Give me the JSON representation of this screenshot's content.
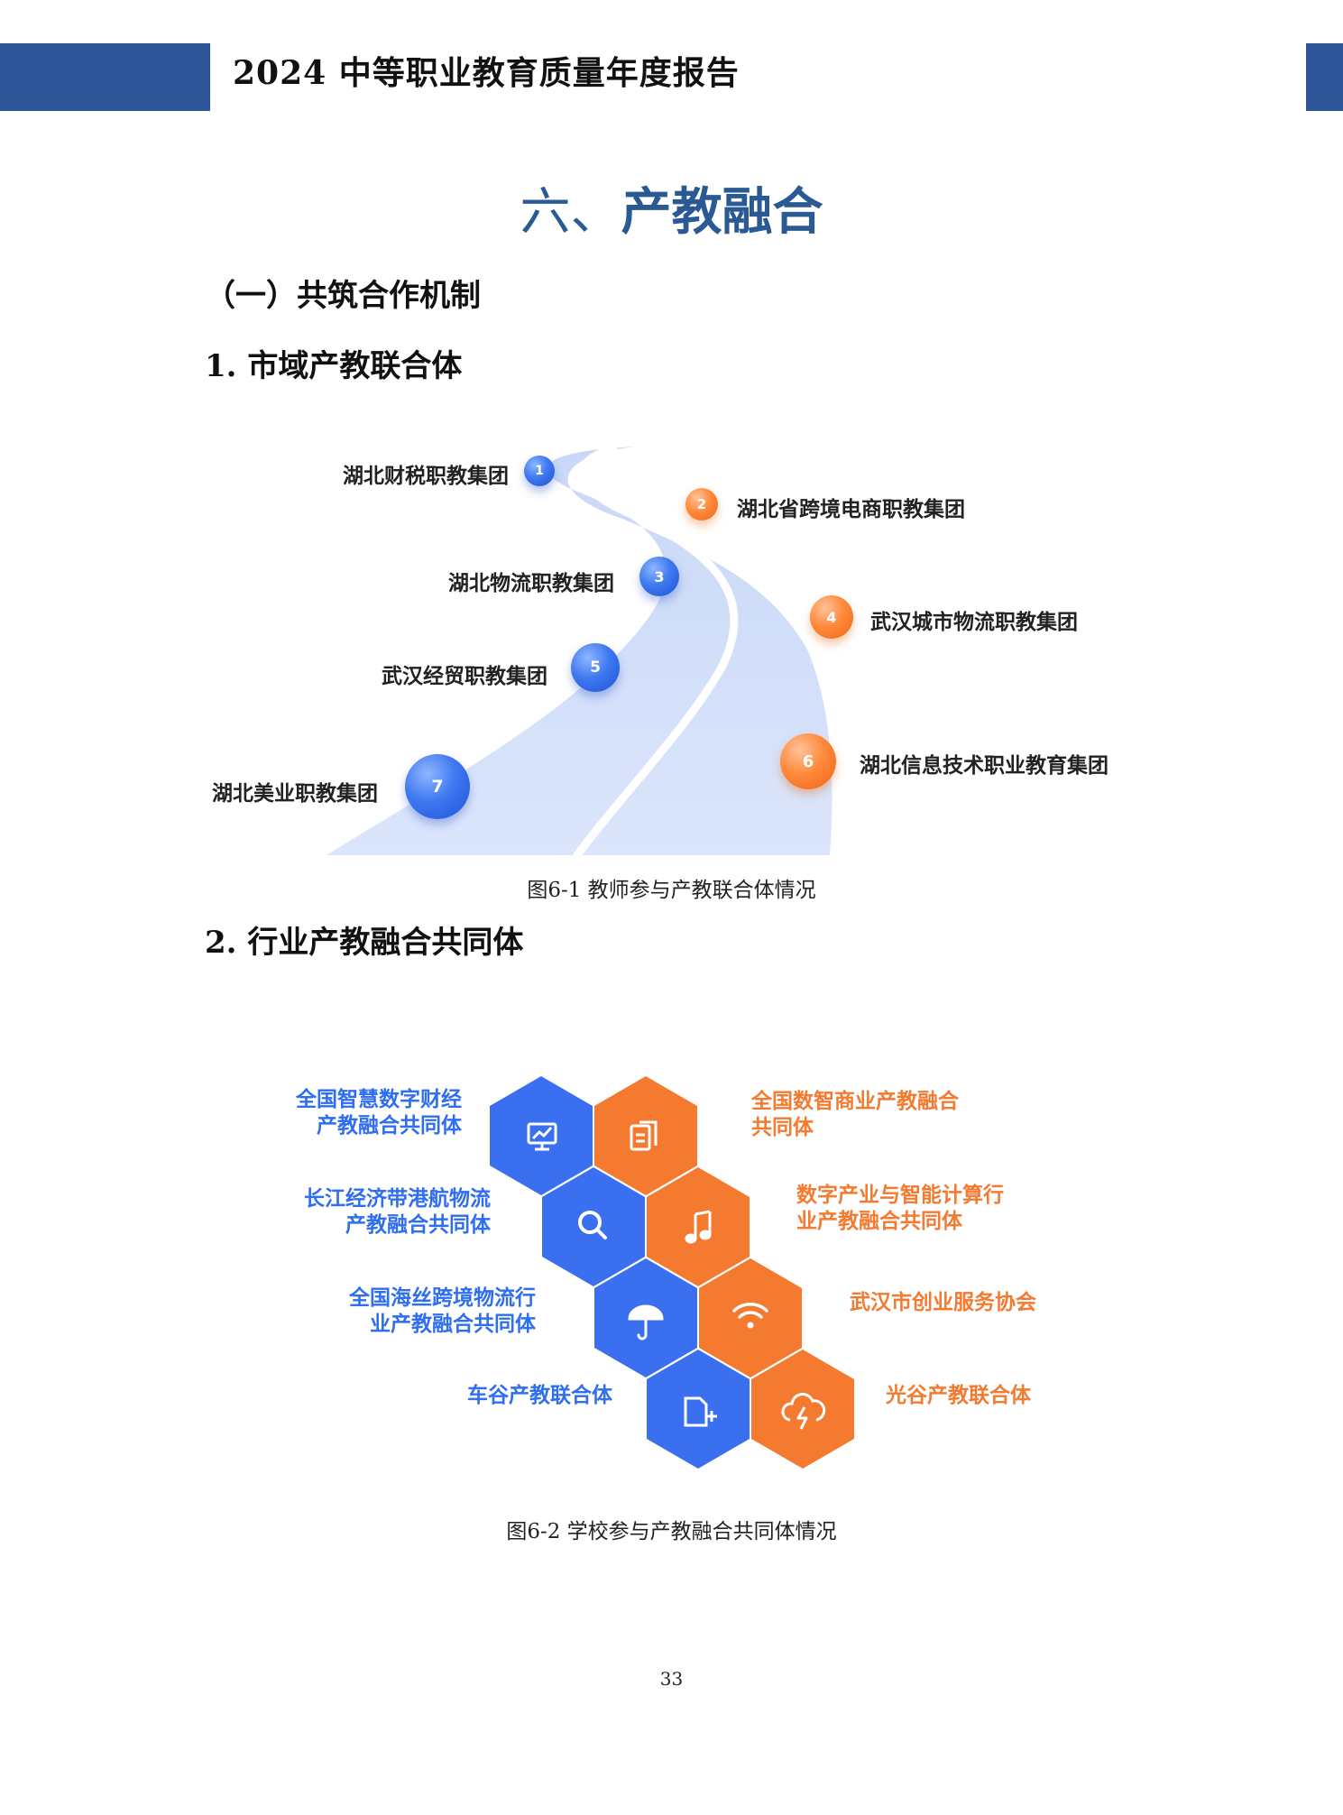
{
  "header": {
    "title": "2024 中等职业教育质量年度报告"
  },
  "chapter": {
    "number": "六、",
    "name": "产教融合"
  },
  "section1": {
    "heading": "（一）共筑合作机制"
  },
  "sub1": {
    "heading": "1. 市域产教联合体"
  },
  "figure1": {
    "caption": "图6-1 教师参与产教联合体情况",
    "items": [
      {
        "num": "1",
        "label": "湖北财税职教集团",
        "color": "blue"
      },
      {
        "num": "2",
        "label": "湖北省跨境电商职教集团",
        "color": "orange"
      },
      {
        "num": "3",
        "label": "湖北物流职教集团",
        "color": "blue"
      },
      {
        "num": "4",
        "label": "武汉城市物流职教集团",
        "color": "orange"
      },
      {
        "num": "5",
        "label": "武汉经贸职教集团",
        "color": "blue"
      },
      {
        "num": "6",
        "label": "湖北信息技术职业教育集团",
        "color": "orange"
      },
      {
        "num": "7",
        "label": "湖北美业职教集团",
        "color": "blue"
      }
    ]
  },
  "sub2": {
    "heading": "2. 行业产教融合共同体"
  },
  "figure2": {
    "caption": "图6-2 学校参与产教融合共同体情况",
    "left_labels": [
      {
        "line1": "全国智慧数字财经",
        "line2": "产教融合共同体"
      },
      {
        "line1": "长江经济带港航物流",
        "line2": "产教融合共同体"
      },
      {
        "line1": "全国海丝跨境物流行",
        "line2": "业产教融合共同体"
      },
      {
        "line1": "车谷产教联合体",
        "line2": ""
      }
    ],
    "right_labels": [
      {
        "line1": "全国数智商业产教融合",
        "line2": "共同体"
      },
      {
        "line1": "数字产业与智能计算行",
        "line2": "业产教融合共同体"
      },
      {
        "line1": "武汉市创业服务协会",
        "line2": ""
      },
      {
        "line1": "光谷产教联合体",
        "line2": ""
      }
    ],
    "left_icons": [
      "chart-monitor-icon",
      "search-icon",
      "umbrella-icon",
      "file-plus-icon"
    ],
    "right_icons": [
      "document-stack-icon",
      "music-note-icon",
      "wifi-icon",
      "cloud-lightning-icon"
    ],
    "colors": {
      "blue": "#3a6ff0",
      "orange": "#f47a30"
    }
  },
  "page": {
    "number": "33"
  }
}
